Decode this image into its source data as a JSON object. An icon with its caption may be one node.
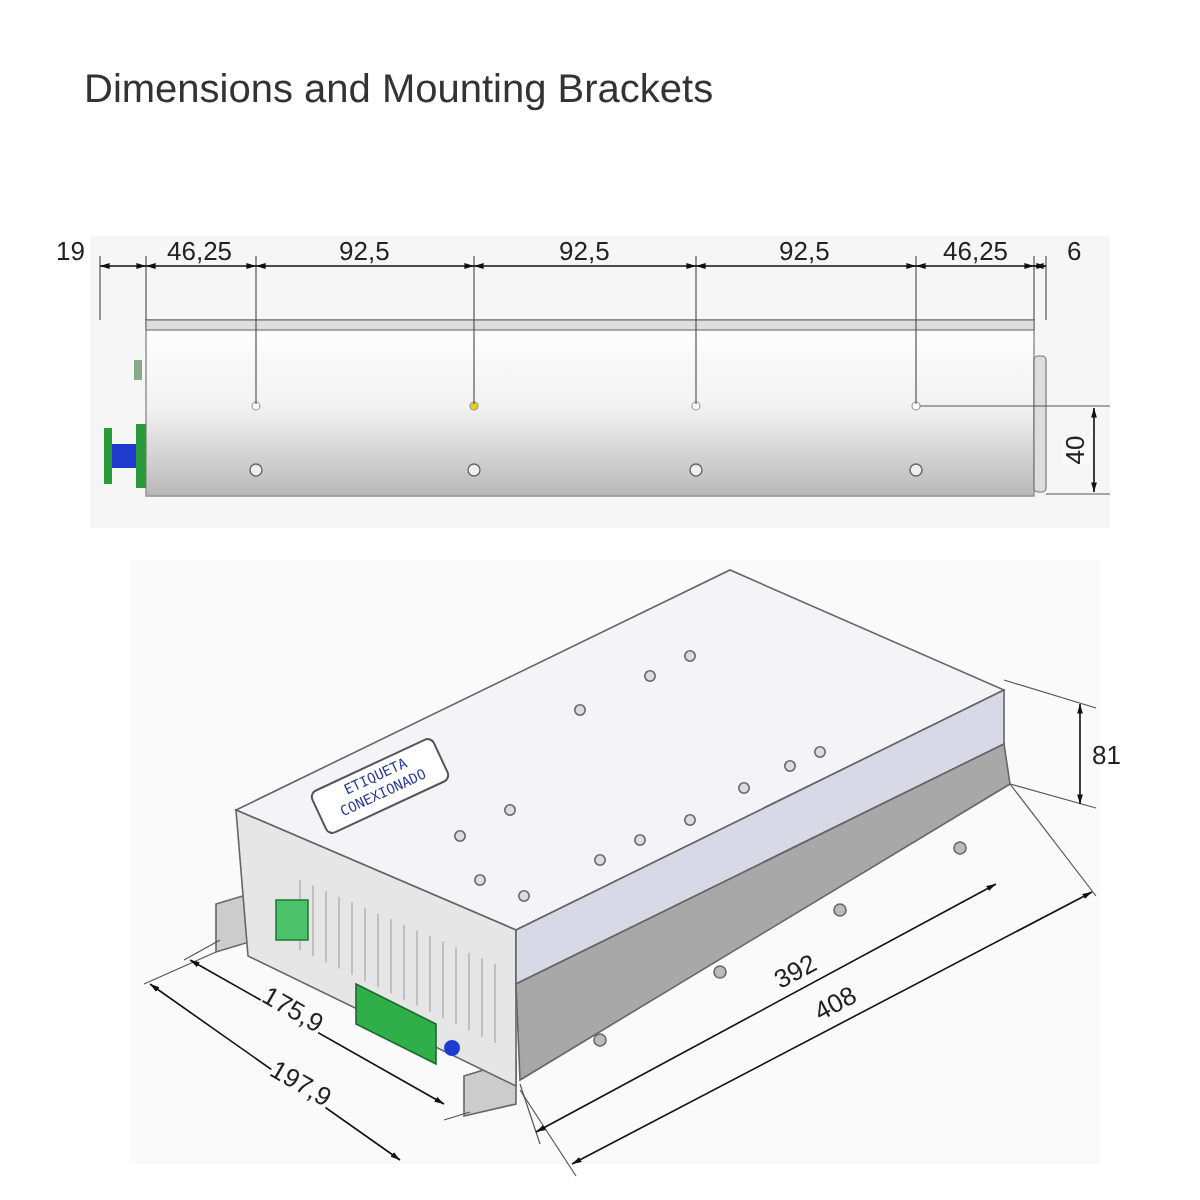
{
  "diagram": {
    "title": "Dimensions and Mounting Brackets",
    "labels": [
      "19",
      "46,25",
      "92,5",
      "92,5",
      "92,5",
      "46,25",
      "6",
      "40",
      "ETIQUETA CONEXIONADO",
      "81",
      "392",
      "408",
      "175,9",
      "197,9"
    ]
  }
}
